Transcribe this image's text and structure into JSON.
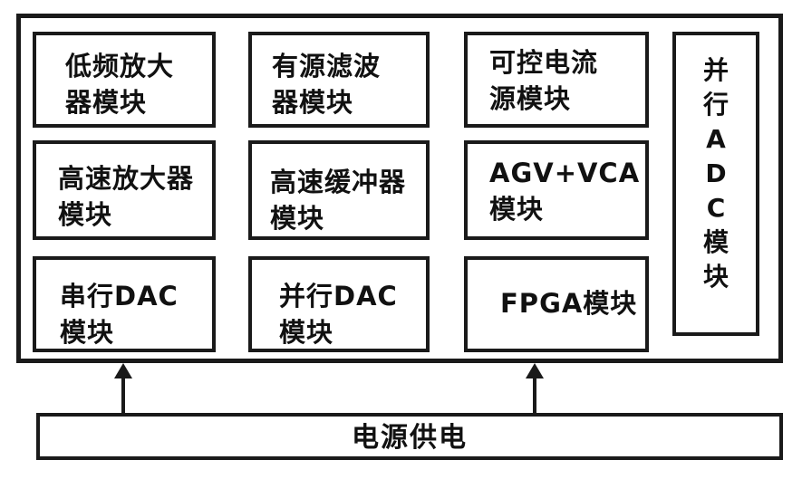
{
  "modules": {
    "low_freq_amp": "低频放大\n器模块",
    "active_filter": "有源滤波\n器模块",
    "controlled_current": "可控电流\n源模块",
    "high_speed_amp": "高速放大器\n模块",
    "high_speed_buffer": "高速缓冲器\n模块",
    "agc_vca": "AGV+VCA\n模块",
    "serial_dac": "串行DAC\n模块",
    "parallel_dac": "并行DAC\n模块",
    "fpga": "FPGA模块",
    "parallel_adc": "并\n行\nA\nD\nC\n模\n块"
  },
  "power_supply": "电源供电"
}
